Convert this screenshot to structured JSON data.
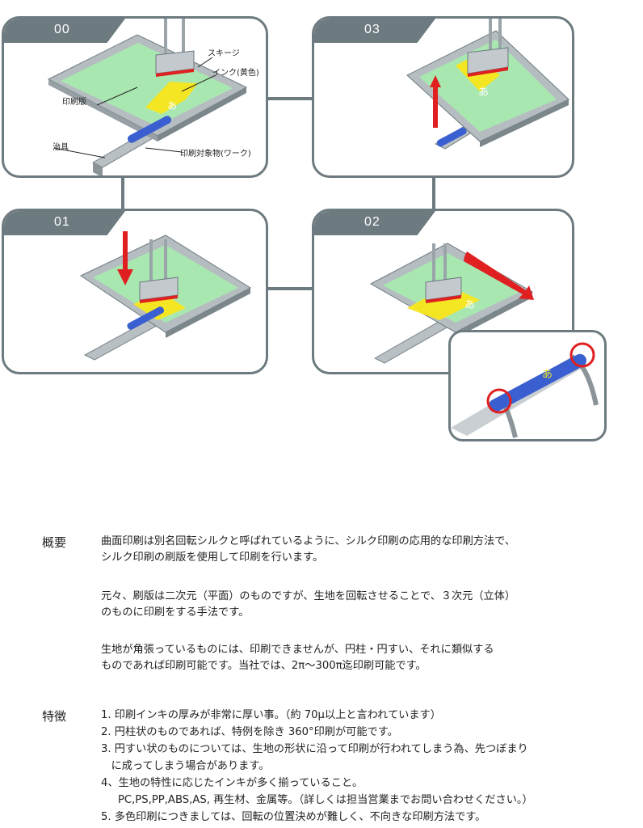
{
  "steps": [
    {
      "id": "00",
      "label": "00"
    },
    {
      "id": "01",
      "label": "01"
    },
    {
      "id": "02",
      "label": "02"
    },
    {
      "id": "03",
      "label": "03"
    }
  ],
  "callouts": {
    "squeegee": "スキージ",
    "ink": "インク(黄色)",
    "plate": "印刷版",
    "jig": "治具",
    "work": "印刷対象物(ワーク)"
  },
  "print_glyph": "あ",
  "colors": {
    "frame": "#6d7a80",
    "screen": "#9fe3a6",
    "ink": "#f5e623",
    "arrow": "#e02020",
    "work": "#3a5fd0"
  },
  "overview": {
    "heading": "概要",
    "p1_l1": "曲面印刷は別名回転シルクと呼ばれているように、シルク印刷の応用的な印刷方法で、",
    "p1_l2": "シルク印刷の刷版を使用して印刷を行います。",
    "p2_l1": "元々、刷版は二次元（平面）のものですが、生地を回転させることで、３次元（立体）",
    "p2_l2": "のものに印刷をする手法です。",
    "p3_l1": "生地が角張っているものには、印刷できませんが、円柱・円すい、それに類似する",
    "p3_l2": "ものであれば印刷可能です。当社では、2π～300π迄印刷可能です。"
  },
  "features": {
    "heading": "特徴",
    "items": [
      "1. 印刷インキの厚みが非常に厚い事。（約 70μ以上と言われています）",
      "2. 円柱状のものであれば、特例を除き 360°印刷が可能です。",
      "3. 円すい状のものについては、生地の形状に沿って印刷が行われてしまう為、先つぼまり",
      "   に成ってしまう場合があります。",
      "4、生地の特性に応じたインキが多く揃っていること。",
      "     PC,PS,PP,ABS,AS, 再生材、金属等。（詳しくは担当営業までお問い合わせください。）",
      "5. 多色印刷につきましては、回転の位置決めが難しく、不向きな印刷方法です。"
    ]
  }
}
